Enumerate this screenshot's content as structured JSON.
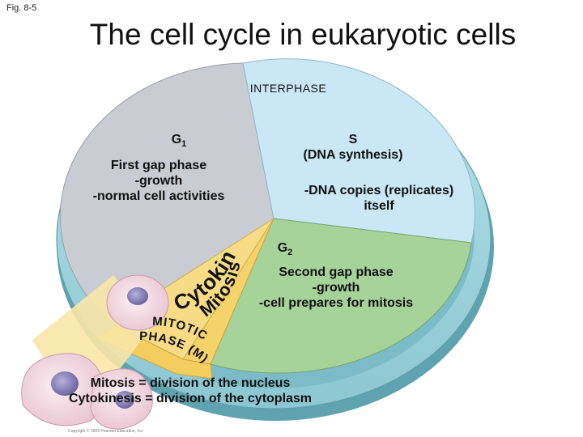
{
  "slide": {
    "fig_label": "Fig. 8-5",
    "title": "The cell cycle in eukaryotic cells"
  },
  "diagram": {
    "interphase": "INTERPHASE",
    "g1": {
      "label": "G",
      "sub": "1",
      "lines": [
        "First gap phase",
        "-growth",
        "-normal cell activities"
      ]
    },
    "s": {
      "label": "S",
      "line1": "(DNA synthesis)",
      "lines": [
        "-DNA copies (replicates)",
        "itself"
      ]
    },
    "g2": {
      "label": "G",
      "sub": "2",
      "lines": [
        "Second gap phase",
        "-growth",
        "-cell prepares for mitosis"
      ]
    },
    "mitotic_phase": {
      "line1": "MITOTIC",
      "line2": "PHASE (M)"
    },
    "cytokinesis": "Cytokinesis",
    "mitosis": "Mitosis",
    "notes": [
      "Mitosis = division of the nucleus",
      "Cytokinesis = division of the cytoplasm"
    ],
    "copyright": "Copyright © 2009 Pearson Education, Inc."
  },
  "colors": {
    "interphase_ring": "#9fd3dc",
    "ring_shadow": "#6fb2bf",
    "g1": "#c9cdd3",
    "s": "#c9e7f5",
    "g2": "#a5d39a",
    "mitosis": "#f5d36a",
    "cytokinesis": "#f7dc85",
    "cell_pink": "#f2dbe3",
    "nucleus": "#8a82b9"
  }
}
